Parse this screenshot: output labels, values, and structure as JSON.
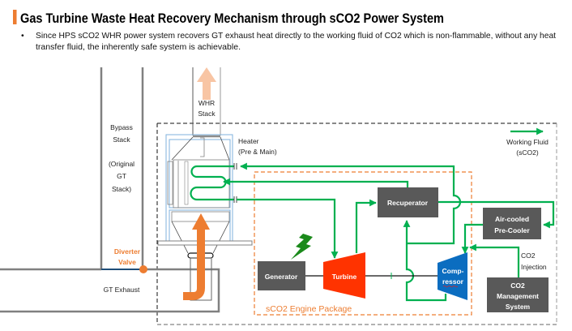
{
  "header": {
    "title": "Gas Turbine Waste Heat Recovery Mechanism through sCO2 Power System",
    "accent_color": "#ed7d31"
  },
  "description": {
    "bullet": "•",
    "line1": "Since HPS sCO2 WHR power system recovers GT exhaust heat directly to the working fluid of CO2 which is non-flammable, without any heat",
    "line2": "transfer fluid, the inherently safe system is achievable."
  },
  "diagram": {
    "colors": {
      "working_fluid": "#00b050",
      "exhaust": "#ed7d31",
      "stack_exhaust": "#f8c5a4",
      "equipment_box": "#595959",
      "turbine": "#ff3300",
      "compressor": "#0b6dc0",
      "heater_outline": "#7fb2dd",
      "power_bolt": "#1b8a1b"
    },
    "bypass_stack": {
      "line1": "Bypass",
      "line2": "Stack",
      "line3": "(Original",
      "line4": "GT",
      "line5": "Stack)"
    },
    "whr_stack": {
      "line1": "WHR",
      "line2": "Stack"
    },
    "heater": {
      "line1": "Heater",
      "line2": "(Pre & Main)"
    },
    "diverter_valve": {
      "line1": "Diverter",
      "line2": "Valve"
    },
    "gt_exhaust": "GT Exhaust",
    "legend": {
      "line1": "Working Fluid",
      "line2": "(sCO2)"
    },
    "recuperator": "Recuperator",
    "precooler": {
      "line1": "Air-cooled",
      "line2": "Pre-Cooler"
    },
    "generator": "Generator",
    "turbine": "Turbine",
    "compressor": {
      "line1": "Comp-",
      "line2": "ressor"
    },
    "co2_injection": {
      "line1": "CO2",
      "line2": "Injection"
    },
    "co2_management": {
      "line1": "CO2",
      "line2": "Management",
      "line3": "System"
    },
    "engine_package": "sCO2 Engine Package"
  }
}
